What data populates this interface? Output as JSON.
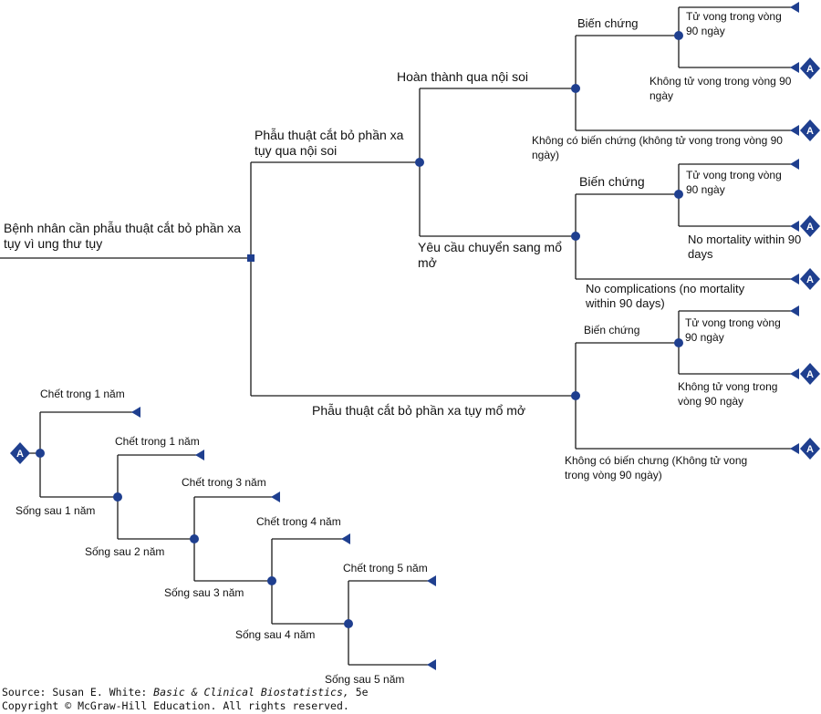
{
  "diagram": {
    "markov_symbol": "A",
    "root": "Bệnh nhân cần phẫu thuật cắt bỏ phần xa tụy vì ung thư tụy",
    "lap": "Phẫu thuật cắt bỏ phần xa tụy qua nội soi",
    "lap_complete": "Hoàn thành qua nội soi",
    "lap_complete_comp": "Biến chứng",
    "lap_complete_comp_death": "Tử vong trong vòng 90 ngày",
    "lap_complete_comp_nodeath": "Không tử vong trong vòng 90 ngày",
    "lap_complete_nocomp": "Không có biến chứng (không tử vong trong vòng 90 ngày)",
    "lap_convert": "Yêu cầu chuyển sang mổ mở",
    "lap_convert_comp": "Biến chứng",
    "lap_convert_comp_death": "Tử vong trong vòng 90 ngày",
    "lap_convert_comp_nodeath": "No mortality within 90 days",
    "lap_convert_nocomp": "No complications (no mortality within 90 days)",
    "open": "Phẫu thuật cắt bỏ phần xa tụy mổ mở",
    "open_comp": "Biến chứng",
    "open_comp_death": "Tử vong trong vòng 90 ngày",
    "open_comp_nodeath": "Không tử vong trong vòng 90 ngày",
    "open_nocomp": "Không có biến chưng (Không tử vong trong vòng 90 ngày)",
    "markov_die_1": "Chết trong 1 năm",
    "markov_live_1": "Sống sau 1 năm",
    "markov_die_2": "Chết trong 1 năm",
    "markov_live_2": "Sống sau 2 năm",
    "markov_die_3": "Chết trong 3 năm",
    "markov_live_3": "Sống sau 3 năm",
    "markov_die_4": "Chết trong 4 năm",
    "markov_live_4": "Sống sau 4 năm",
    "markov_die_5": "Chết trong 5 năm",
    "markov_live_5": "Sống sau 5 năm"
  },
  "source": {
    "prefix": "Source: Susan E. White: ",
    "book": "Basic & Clinical Biostatistics,",
    "edition": " 5e",
    "copyright": "Copyright © McGraw-Hill Education. All rights reserved."
  },
  "colors": {
    "node": "#1f3f8f",
    "line": "#1a1a1a"
  }
}
